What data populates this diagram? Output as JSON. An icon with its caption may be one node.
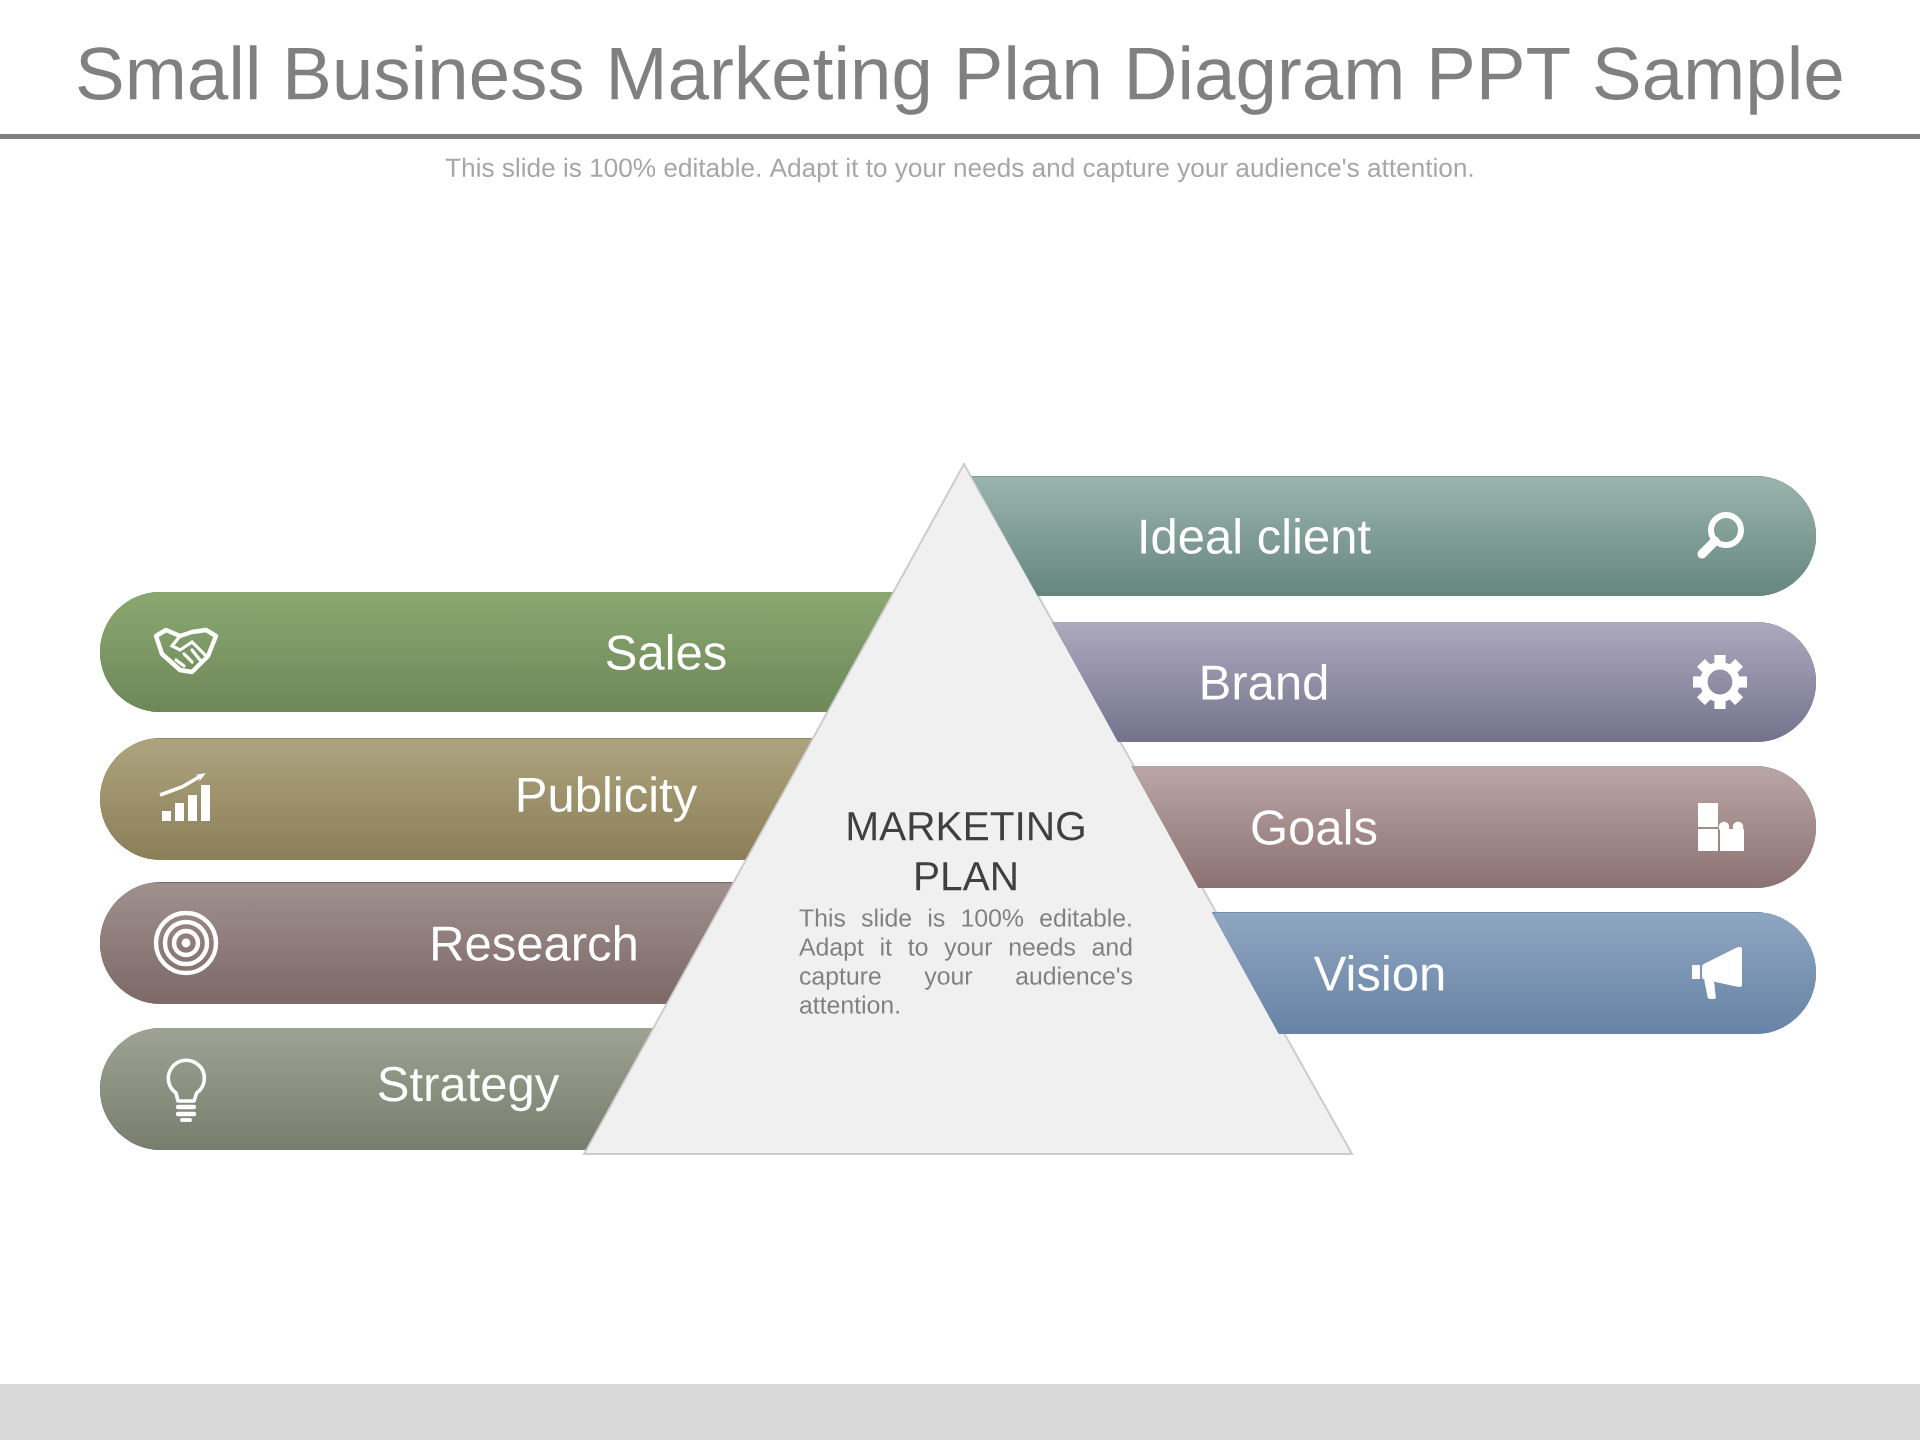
{
  "diagram": {
    "title": "Small Business Marketing Plan Diagram PPT Sample",
    "nodes": [
      {
        "text": [
          "Sales"
        ]
      },
      {
        "text": [
          "Publicity"
        ]
      },
      {
        "text": [
          "Research"
        ]
      },
      {
        "text": [
          "Strategy"
        ]
      },
      {
        "text": [
          "MARKETING PLAN",
          "This slide is 100% editable. Adapt it to your needs and capture your audience's attention."
        ]
      },
      {
        "text": [
          "Ideal client"
        ]
      },
      {
        "text": [
          "Brand"
        ]
      },
      {
        "text": [
          "Goals"
        ]
      },
      {
        "text": [
          "Vision"
        ]
      }
    ],
    "labels": [
      "This slide is 100% editable. Adapt it to your needs and capture your audience's attention."
    ]
  }
}
